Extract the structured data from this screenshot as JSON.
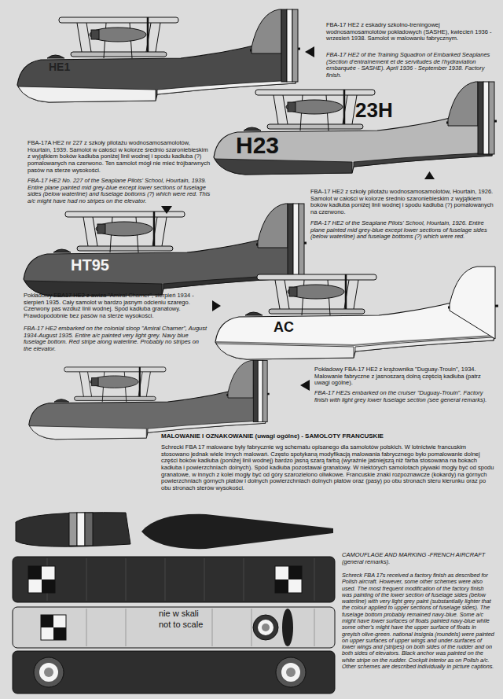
{
  "diagram": {
    "labels": [
      "FBA-17 HE2 z eskadry szkolno-treningowej wodnosamosamolotów pokładowych (SASHE), kwiecień 1936 - wrzesień 1938. Samolot w malowaniu fabrycznym.",
      "FBA-17 HE2 of the Training Squadron of Embarked Seaplanes (Section d'entraînement et de servitudes de l'hydraviation embarquée - SASHE). April 1936 - September 1938. Factory finish.",
      "HE1",
      "23H",
      "H23",
      "FBA-17A HE2 nr 227 z szkoły pilotażu wodnosamosamolotów, Hourtain, 1939. Samolot w całości w kolorze średnio szaroniebieskim z wyjątkiem boków kadłuba poniżej linii wodnej i spodu kadłuba (?) pomalowanych na czerwono. Ten samolot mógł nie mieć trójbarwnych pasów na sterze wysokości.",
      "FBA-17 HE2 No. 227 of the Seaplane Pilots' School, Hourtain, 1939. Entire plane painted mid grey-blue except lower sections of fuselage sides (below waterline) and fuselage bottoms (?) which were red. This a/c might have had no stripes on the elevator.",
      "HT95",
      "FBA-17 HE2 z szkoły pilotażu wodnosamosamolotów, Hourtain, 1926. Samolot w całości w kolorze średnio szaroniebieskim z wyjątkiem boków kadłuba poniżej linii wodnej i spodu kadłuba (?) pomalowanych na czerwono.",
      "FBA-17 HE2 of the Seaplane Pilots' School, Hourtain, 1926. Entire plane painted mid grey-blue except lower sections of fuselage sides (below waterline) and fuselage bottoms (?) which were red.",
      "AC",
      "Pokładowy FBA17 HE2 z awiza \"Amiral Charner\", sierpień 1934 - sierpień 1935. Cały samolot w bardzo jasnym odcieniu szarego. Czerwony pas wzdłuż linii wodnej. Spód kadłuba granatowy. Prawdopodobnie bez pasów na sterze wysokości.",
      "FBA-17 HE2 embarked on the colonial sloop \"Amiral Charner\", August 1934-August 1935. Entire a/c painted very light grey. Navy blue fuselage bottom. Red stripe along waterline. Probably no stripes on the elevator.",
      "Pokładowy FBA-17 HE2 z krążownika \"Duguay-Trouin\", 1934. Malowanie fabryczne z jasnoszarą dolną częścią kadłuba (patrz uwagi ogólne).",
      "FBA-17 HE2s embarked on the cruiser \"Duguay-Trouin\". Factory finish with light grey lower fuselage section (see general remarks).",
      "MALOWANIE I OZNAKOWANIE (uwagi ogólne) - SAMOLOTY FRANCUSKIE",
      "Schrecki FBA 17 malowane były fabrycznie wg schematu opisanego dla samolotów polskich. W lotnictwie francuskim stosowano jednak wiele innych malowań. Często spotykaną modyfikacją malowania fabrycznego było pomalowanie dolnej części boków kadłuba (poniżej linii wodnej) bardzo jasną szarą farbą (wyraźnie jaśniejszą niż farba stosowana na bokach kadłuba i powierzchniach dolnych). Spód kadłuba pozostawał granatowy. W niektórych samolotach pływaki mogły być od spodu granatowe, w innych z kolei mogły być od góry szarozielono oliwkowe. Francuskie znaki rozpoznawcze (kokardy) na górnych powierzchniach górnych płatów i dolnych powierzchniach dolnych płatów oraz (pasy) po obu stronach steru kierunku oraz po obu stronach sterów wysokości.",
      "nie w skali",
      "not to scale",
      "CAMOUFLAGE AND MARKING -FRENCH AIRCRAFT (general remarks).",
      "Schreck FBA 17s received a factory finish as described for Polish aircraft. However, some other schemes were also used. The most frequent modification of the factory finish was painting of the lower section of fuselage sides (below waterline) with very light grey paint (substantially lighter that the colour applied to upper sections of fuselage sides). The fuselage bottom probably remained navy-blue. Some a/c might have lower surfaces of floats painted navy-blue while some other's might have the upper surface of floats in greyish olive-green. national insignia (roundels) were painted on upper surfaces of upper wings and under-surfaces of lower wings and (stripes) on both sides of the rudder and on both sides of elevators. Black anchor was painted on the white stripe on the rudder. Cockpit interior as on Polish a/c. Other schemes are described individually in picture captions."
    ]
  }
}
